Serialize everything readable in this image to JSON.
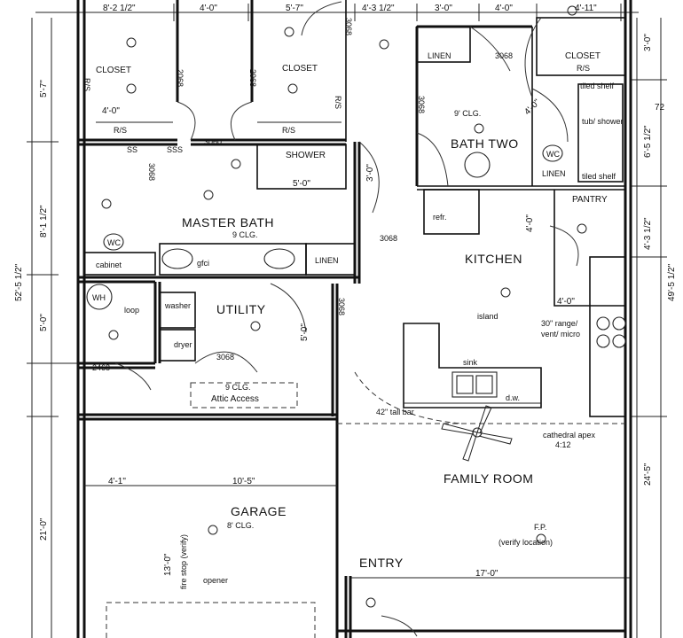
{
  "rooms": {
    "closet_1": "CLOSET",
    "closet_2": "CLOSET",
    "closet_3": "CLOSET",
    "master_bath": "MASTER BATH",
    "master_bath_ceiling": "9 CLG.",
    "bath_two": "BATH TWO",
    "bath_two_ceiling": "9' CLG.",
    "kitchen": "KITCHEN",
    "pantry": "PANTRY",
    "utility": "UTILITY",
    "family_room": "FAMILY ROOM",
    "garage": "GARAGE",
    "garage_ceiling": "8' CLG.",
    "entry": "ENTRY",
    "shower": "SHOWER"
  },
  "labels": {
    "linen_1": "LINEN",
    "linen_2": "LINEN",
    "linen_3": "LINEN",
    "rs_1": "R/S",
    "rs_2": "R/S",
    "rs_3": "R/S",
    "rs_4": "R/S",
    "rs_5": "R/S",
    "wc_1": "WC",
    "wc_2": "WC",
    "cabinet": "cabinet",
    "wh": "WH",
    "loop": "loop",
    "washer": "washer",
    "dryer": "dryer",
    "refr": "refr.",
    "island": "island",
    "sink": "sink",
    "dw": "d.w.",
    "range": "30\" range/",
    "vent": "vent/ micro",
    "tall_bar": "42\" tall bar",
    "cathedral": "cathedral apex",
    "pitch": "4:12",
    "attic_ceiling": "9 CLG.",
    "attic_access": "Attic Access",
    "fire_stop": "fire stop (verify)",
    "opener": "opener",
    "fp": "F.P.",
    "fp_verify": "(verify location)",
    "tub_shower": "tub/ shower",
    "tiled_shelf_1": "tiled shelf",
    "tiled_shelf_2": "tiled shelf",
    "gfci": "gfci"
  },
  "doors": {
    "d3068_a": "3068",
    "d3068_b": "3068",
    "d3068_c": "3068",
    "d3068_d": "3068",
    "d3068_e": "3068",
    "d3068_f": "3068",
    "d3068_g": "3068",
    "d3060": "3060",
    "d2068_a": "2068",
    "d2068_b": "2068",
    "d2468": "2468",
    "ss_1": "SS",
    "ss_2": "SSS"
  },
  "dimensions": {
    "top_1": "8'-2 1/2\"",
    "top_2": "4'-0\"",
    "top_3": "5'-7\"",
    "top_4": "4'-3 1/2\"",
    "top_5": "3'-0\"",
    "top_6": "4'-0\"",
    "top_7": "4'-11\"",
    "left_1": "5'-7\"",
    "left_2": "8'-1 1/2\"",
    "left_3": "5'-0\"",
    "left_4": "21'-0\"",
    "overall_left": "52'-5 1/2\"",
    "right_1": "3'-0\"",
    "right_2": "6'-5 1/2\"",
    "right_3": "4'-3 1/2\"",
    "right_4": "24'-5\"",
    "overall_right": "49'-5 1/2\"",
    "closet_w1": "4'-0\"",
    "closet_w2": "4'-0\"",
    "shower_w": "5'-0\"",
    "shower_d": "3'-0\"",
    "pantry_w": "4'-0\"",
    "pantry_h": "4'-0\"",
    "utility_w": "5'-0\"",
    "garage_1": "4'-1\"",
    "garage_2": "10'-5\"",
    "garage_h": "13'-0\"",
    "entry_w": "17'-0\"",
    "margin_note": "72"
  }
}
